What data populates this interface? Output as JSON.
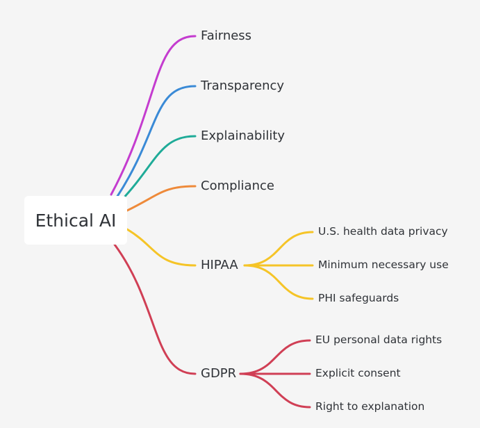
{
  "root": {
    "label": "Ethical AI"
  },
  "branches": [
    {
      "label": "Fairness",
      "color": "#c43ccf",
      "children": []
    },
    {
      "label": "Transparency",
      "color": "#3a8ad6",
      "children": []
    },
    {
      "label": "Explainability",
      "color": "#1fab98",
      "children": []
    },
    {
      "label": "Compliance",
      "color": "#ee8a3a",
      "children": []
    },
    {
      "label": "HIPAA",
      "color": "#f5c427",
      "children": [
        {
          "label": "U.S. health data privacy"
        },
        {
          "label": "Minimum necessary use"
        },
        {
          "label": "PHI safeguards"
        }
      ]
    },
    {
      "label": "GDPR",
      "color": "#d03f55",
      "children": [
        {
          "label": "EU personal data rights"
        },
        {
          "label": "Explicit consent"
        },
        {
          "label": "Right to explanation"
        }
      ]
    }
  ]
}
